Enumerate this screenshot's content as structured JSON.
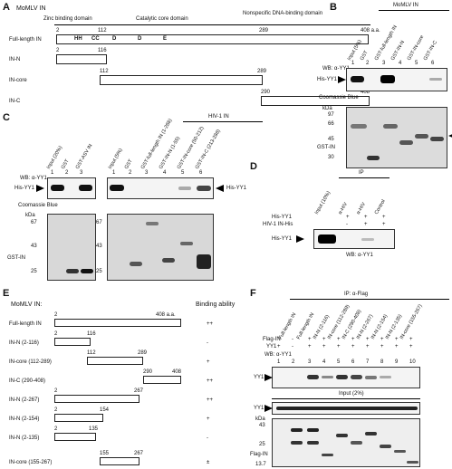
{
  "panels": [
    "A",
    "B",
    "C",
    "D",
    "E",
    "F"
  ],
  "panel_a": {
    "title": "MoMLV IN",
    "domains": [
      "Zinc binding domain",
      "Catalytic core domain",
      "Nonspecific DNA-binding domain"
    ],
    "rows": [
      {
        "label": "Full-length IN",
        "start": "2",
        "end": "408 a.a.",
        "marks": [
          "HH",
          "CC",
          "D",
          "D",
          "E"
        ],
        "mid1": "112",
        "mid2": "289"
      },
      {
        "label": "IN-N",
        "start": "2",
        "end": "116"
      },
      {
        "label": "IN-core",
        "start": "112",
        "end": "289"
      },
      {
        "label": "IN-C",
        "start": "290",
        "end": "408"
      }
    ]
  },
  "panel_b": {
    "header": "MoMLV IN",
    "lanes": [
      "Input (5%)",
      "GST",
      "GST-full-length IN",
      "GST-IN-N",
      "GST-IN-core",
      "GST-IN-C"
    ],
    "lane_numbers": [
      "1",
      "2",
      "3",
      "4",
      "5",
      "6"
    ],
    "wb": "WB: α-YY1",
    "band_label": "His-YY1",
    "stain": "Coomassie Blue",
    "gst_label": "GST-IN",
    "kda": "kDa",
    "markers": [
      "97",
      "66",
      "45",
      "30"
    ]
  },
  "panel_c": {
    "left_lanes": [
      "Input (20%)",
      "GST",
      "GST-ASV IN"
    ],
    "left_numbers": [
      "1",
      "2",
      "3"
    ],
    "right_header": "HIV-1 IN",
    "right_lanes": [
      "Input (5%)",
      "GST",
      "GST-full-length IN (1-288)",
      "GST-IN-N (1-55)",
      "GST-IN-core (50-212)",
      "GST-IN-C (213-288)"
    ],
    "right_numbers": [
      "1",
      "2",
      "3",
      "4",
      "5",
      "6"
    ],
    "wb": "WB: α-YY1",
    "band_label": "His-YY1",
    "band_label_right": "His-YY1",
    "stain": "Coomassie Blue",
    "gst_label": "GST-IN",
    "kda": "kDa",
    "markers_left": [
      "67",
      "43",
      "25"
    ],
    "markers_right": [
      "67",
      "43",
      "25"
    ]
  },
  "panel_d": {
    "lanes": [
      "Input (10%)",
      "α-HIV",
      "α-HIV",
      "Control"
    ],
    "ip": "IP",
    "rows": [
      {
        "label": "His-YY1",
        "values": [
          "+",
          "+",
          "+"
        ]
      },
      {
        "label": "HIV-1 IN-His",
        "values": [
          "-",
          "+",
          "+"
        ]
      }
    ],
    "band_label": "His-YY1",
    "wb": "WB: α-YY1"
  },
  "panel_e": {
    "title": "MoMLV IN:",
    "col_header": "Binding ability",
    "rows": [
      {
        "label": "Full-length IN",
        "start": "2",
        "end": "408 a.a.",
        "ability": "++"
      },
      {
        "label": "IN-N (2-116)",
        "start": "2",
        "end": "116",
        "ability": "-"
      },
      {
        "label": "IN-core (112-289)",
        "start": "112",
        "end": "289",
        "ability": "+"
      },
      {
        "label": "IN-C (290-408)",
        "start": "290",
        "end": "408",
        "ability": "++"
      },
      {
        "label": "IN-N (2-267)",
        "start": "2",
        "end": "267",
        "ability": "++"
      },
      {
        "label": "IN-N (2-154)",
        "start": "2",
        "end": "154",
        "ability": "+"
      },
      {
        "label": "IN-N (2-135)",
        "start": "2",
        "end": "135",
        "ability": "-"
      },
      {
        "label": "IN-core (155-267)",
        "start": "155",
        "end": "267",
        "ability": "±"
      }
    ]
  },
  "panel_f": {
    "ip": "IP: α-Flag",
    "lanes": [
      "Full-length IN",
      "Full-length IN",
      "IN-N (2-116)",
      "IN-core (112-289)",
      "IN-C (290-408)",
      "IN-N (2-267)",
      "IN-N (2-154)",
      "IN-N (2-135)",
      "IN-core (155-267)"
    ],
    "flag_row": "Flag-IN",
    "yy1_row": "YY1",
    "flag_values": [
      "-",
      "+",
      "+",
      "+",
      "+",
      "+",
      "+",
      "+",
      "+"
    ],
    "yy1_values": [
      "+",
      "-",
      "+",
      "+",
      "+",
      "+",
      "+",
      "+",
      "+",
      "+"
    ],
    "wb": "WB: α-YY1",
    "lane_numbers": [
      "1",
      "2",
      "3",
      "4",
      "5",
      "6",
      "7",
      "8",
      "9",
      "10"
    ],
    "band_label": "YY1",
    "input": "Input (2%)",
    "band_label2": "YY1",
    "kda": "kDa",
    "markers": [
      "43",
      "25",
      "13.7"
    ],
    "flag_label": "Flag-IN"
  }
}
